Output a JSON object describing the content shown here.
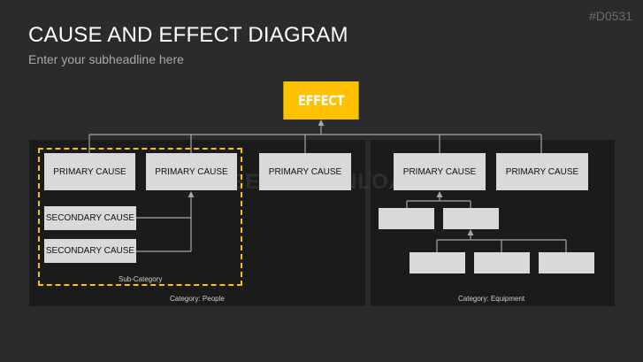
{
  "slide_id": "#D0531",
  "title": "CAUSE AND EFFECT DIAGRAM",
  "subtitle": "Enter your subheadline here",
  "effect_label": "EFFECT",
  "watermark": "PRESENTATIONLOAD",
  "primary_cause_label": "PRIMARY CAUSE",
  "secondary_cause_label": "SECONDARY CAUSE",
  "sub_category_label": "Sub-Category",
  "categories": {
    "people": "Category: People",
    "equipment": "Category: Equipment"
  },
  "colors": {
    "background": "#2b2b2b",
    "panel": "#1b1b1b",
    "accent": "#ffc000",
    "box": "#d9d9d9",
    "line": "#a6a6a6"
  }
}
